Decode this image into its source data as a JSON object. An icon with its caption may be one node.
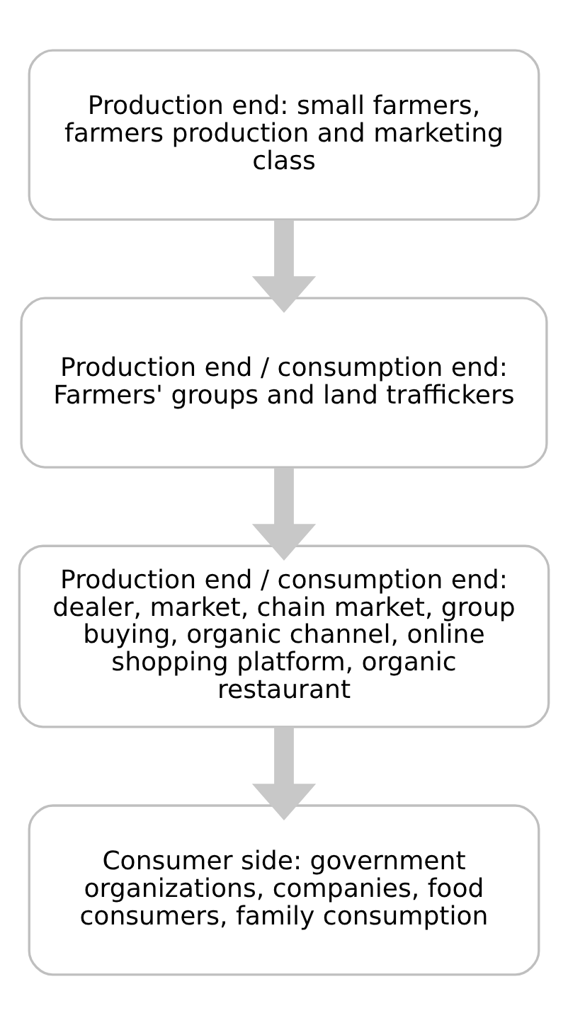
{
  "diagram": {
    "nodes": [
      {
        "text": [
          "Production end: small farmers, farmers production and marketing class"
        ]
      },
      {
        "text": [
          "Production end / consumption end: Farmers' groups and land traffickers"
        ]
      },
      {
        "text": [
          "Production end / consumption end: dealer, market, chain market, group buying, organic channel, online shopping platform, organic restaurant"
        ]
      },
      {
        "text": [
          "Consumer side: government organizations, companies, food consumers, family consumption"
        ]
      }
    ],
    "edges": [
      {
        "from": 0,
        "to": 1,
        "arrow": "to"
      },
      {
        "from": 1,
        "to": 2,
        "arrow": "to"
      },
      {
        "from": 2,
        "to": 3,
        "arrow": "to"
      }
    ]
  }
}
